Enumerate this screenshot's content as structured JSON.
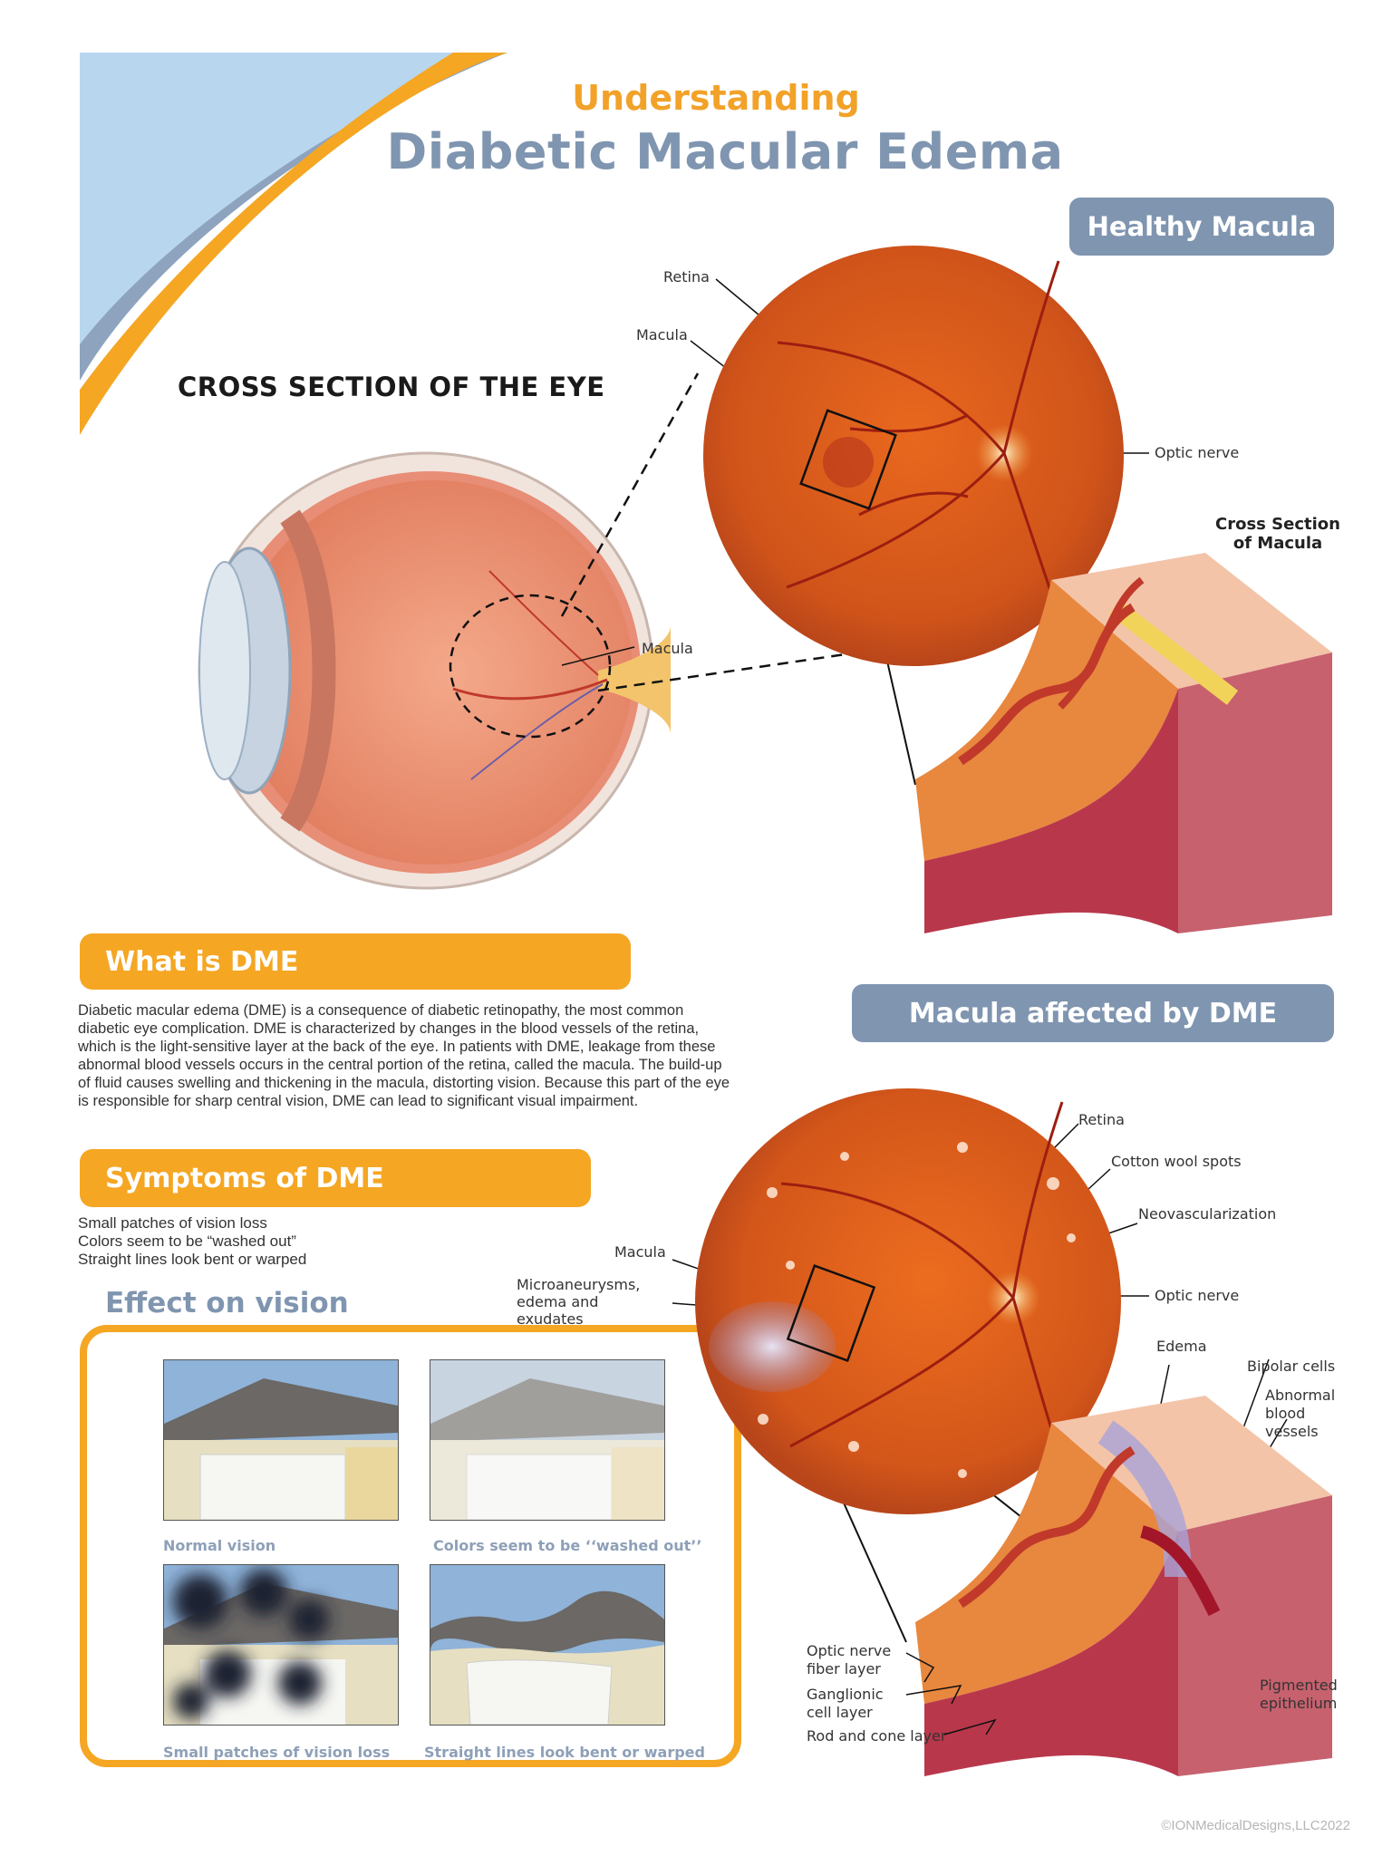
{
  "header": {
    "subtitle": "Understanding",
    "title": "Diabetic Macular Edema"
  },
  "healthy": {
    "heading": "Healthy Macula",
    "labels": {
      "retina": "Retina",
      "macula": "Macula",
      "optic_nerve": "Optic nerve",
      "cross_section": "Cross Section of Macula"
    }
  },
  "eye": {
    "title": "CROSS SECTION OF THE EYE",
    "macula_label": "Macula"
  },
  "what": {
    "heading": "What is DME",
    "text": "Diabetic macular edema (DME) is a consequence of diabetic retinopathy, the most common diabetic eye complication. DME is characterized by changes in the blood vessels of the retina, which is the light-sensitive layer at the back of the eye. In patients with DME, leakage from these abnormal blood vessels occurs in the central portion of the retina, called the macula. The build-up of fluid causes swelling and thickening in the macula, distorting vision. Because this part of the eye is responsible for sharp central vision, DME can lead to significant visual impairment."
  },
  "symptoms": {
    "heading": "Symptoms of DME",
    "items": [
      "Small patches of vision loss",
      "Colors seem to be “washed out”",
      "Straight lines look bent or warped"
    ]
  },
  "effect": {
    "heading": "Effect on vision",
    "captions": [
      "Normal vision",
      "Colors seem to be ‘‘washed out’’",
      "Small patches of vision loss",
      "Straight lines look bent or warped"
    ]
  },
  "affected": {
    "heading": "Macula affected by DME",
    "labels": {
      "retina": "Retina",
      "cotton": "Cotton wool spots",
      "neo": "Neovascularization",
      "macula": "Macula",
      "micro": "Microaneurysms, edema and exudates",
      "optic_nerve": "Optic nerve",
      "edema": "Edema",
      "bipolar": "Bipolar cells",
      "abnormal": "Abnormal blood vessels",
      "onfl": "Optic nerve fiber layer",
      "gcl": "Ganglionic cell layer",
      "rod": "Rod and cone layer",
      "pigment": "Pigmented epithelium"
    }
  },
  "footer": {
    "copyright": "©IONMedicalDesigns,LLC2022"
  },
  "colors": {
    "accent_orange": "#f5a623",
    "accent_blue": "#7f95b0",
    "retina_orange": "#d8501a"
  }
}
